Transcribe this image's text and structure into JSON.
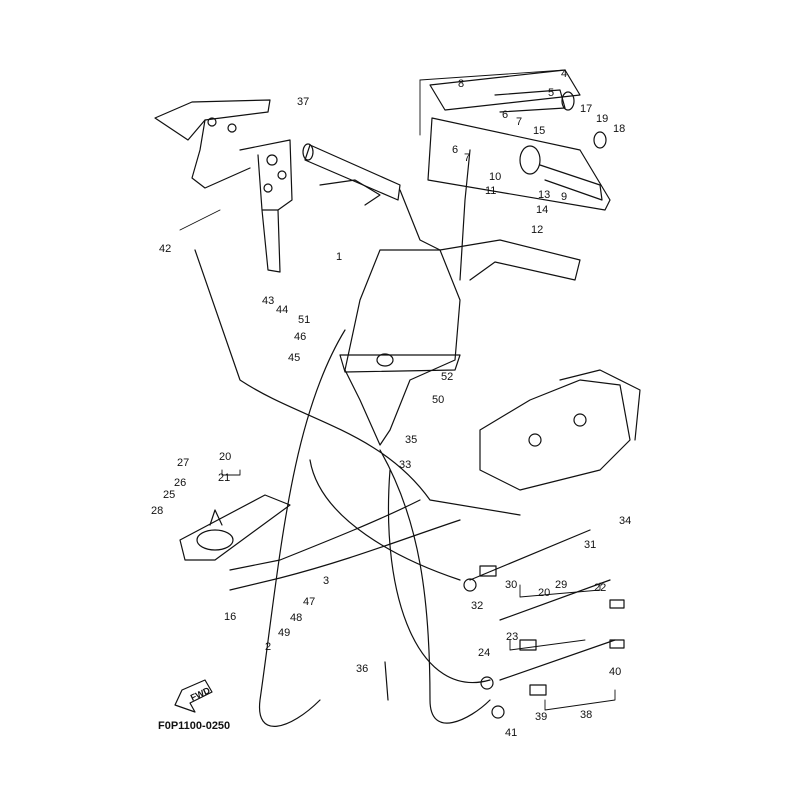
{
  "diagram": {
    "title_code": "F0P1100-0250",
    "direction_marker": "FWD",
    "line_color": "#111111",
    "background": "#ffffff",
    "callouts": [
      {
        "id": "c1",
        "text": "1"
      },
      {
        "id": "c2",
        "text": "2"
      },
      {
        "id": "c3",
        "text": "3"
      },
      {
        "id": "c4",
        "text": "4"
      },
      {
        "id": "c5",
        "text": "5"
      },
      {
        "id": "c6a",
        "text": "6"
      },
      {
        "id": "c6b",
        "text": "6"
      },
      {
        "id": "c7a",
        "text": "7"
      },
      {
        "id": "c7b",
        "text": "7"
      },
      {
        "id": "c8",
        "text": "8"
      },
      {
        "id": "c9",
        "text": "9"
      },
      {
        "id": "c10",
        "text": "10"
      },
      {
        "id": "c11",
        "text": "11"
      },
      {
        "id": "c12",
        "text": "12"
      },
      {
        "id": "c13",
        "text": "13"
      },
      {
        "id": "c14",
        "text": "14"
      },
      {
        "id": "c15",
        "text": "15"
      },
      {
        "id": "c16",
        "text": "16"
      },
      {
        "id": "c17",
        "text": "17"
      },
      {
        "id": "c18",
        "text": "18"
      },
      {
        "id": "c19",
        "text": "19"
      },
      {
        "id": "c20a",
        "text": "20"
      },
      {
        "id": "c20b",
        "text": "20"
      },
      {
        "id": "c21",
        "text": "21"
      },
      {
        "id": "c22",
        "text": "22"
      },
      {
        "id": "c23",
        "text": "23"
      },
      {
        "id": "c24",
        "text": "24"
      },
      {
        "id": "c25",
        "text": "25"
      },
      {
        "id": "c26",
        "text": "26"
      },
      {
        "id": "c27",
        "text": "27"
      },
      {
        "id": "c28",
        "text": "28"
      },
      {
        "id": "c29",
        "text": "29"
      },
      {
        "id": "c30",
        "text": "30"
      },
      {
        "id": "c31",
        "text": "31"
      },
      {
        "id": "c32",
        "text": "32"
      },
      {
        "id": "c33",
        "text": "33"
      },
      {
        "id": "c34",
        "text": "34"
      },
      {
        "id": "c35",
        "text": "35"
      },
      {
        "id": "c36",
        "text": "36"
      },
      {
        "id": "c37",
        "text": "37"
      },
      {
        "id": "c38",
        "text": "38"
      },
      {
        "id": "c39",
        "text": "39"
      },
      {
        "id": "c40",
        "text": "40"
      },
      {
        "id": "c41",
        "text": "41"
      },
      {
        "id": "c42",
        "text": "42"
      },
      {
        "id": "c43",
        "text": "43"
      },
      {
        "id": "c44",
        "text": "44"
      },
      {
        "id": "c45",
        "text": "45"
      },
      {
        "id": "c46",
        "text": "46"
      },
      {
        "id": "c47",
        "text": "47"
      },
      {
        "id": "c48",
        "text": "48"
      },
      {
        "id": "c49",
        "text": "49"
      },
      {
        "id": "c50",
        "text": "50"
      },
      {
        "id": "c51",
        "text": "51"
      },
      {
        "id": "c52",
        "text": "52"
      }
    ]
  }
}
